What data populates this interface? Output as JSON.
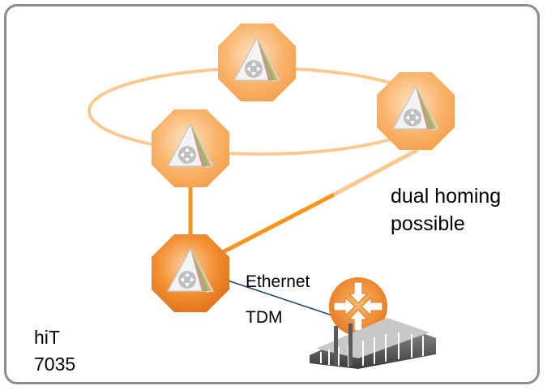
{
  "diagram": {
    "note_line1": "dual homing",
    "note_line2": "possible",
    "link_ethernet": "Ethernet",
    "link_tdm": "TDM",
    "device_line1": "hiT",
    "device_line2": "7035"
  },
  "colors": {
    "frame": "#8c8c8c",
    "ring": "#fbc98f",
    "uplink": "#f7941d",
    "node_light": "#f9b46b",
    "node_dark": "#ee7d1a",
    "router": "#ef8a1e",
    "ethernet_line": "#1f3f66"
  },
  "icons": [
    "network-node-icon",
    "router-icon",
    "building-icon"
  ]
}
